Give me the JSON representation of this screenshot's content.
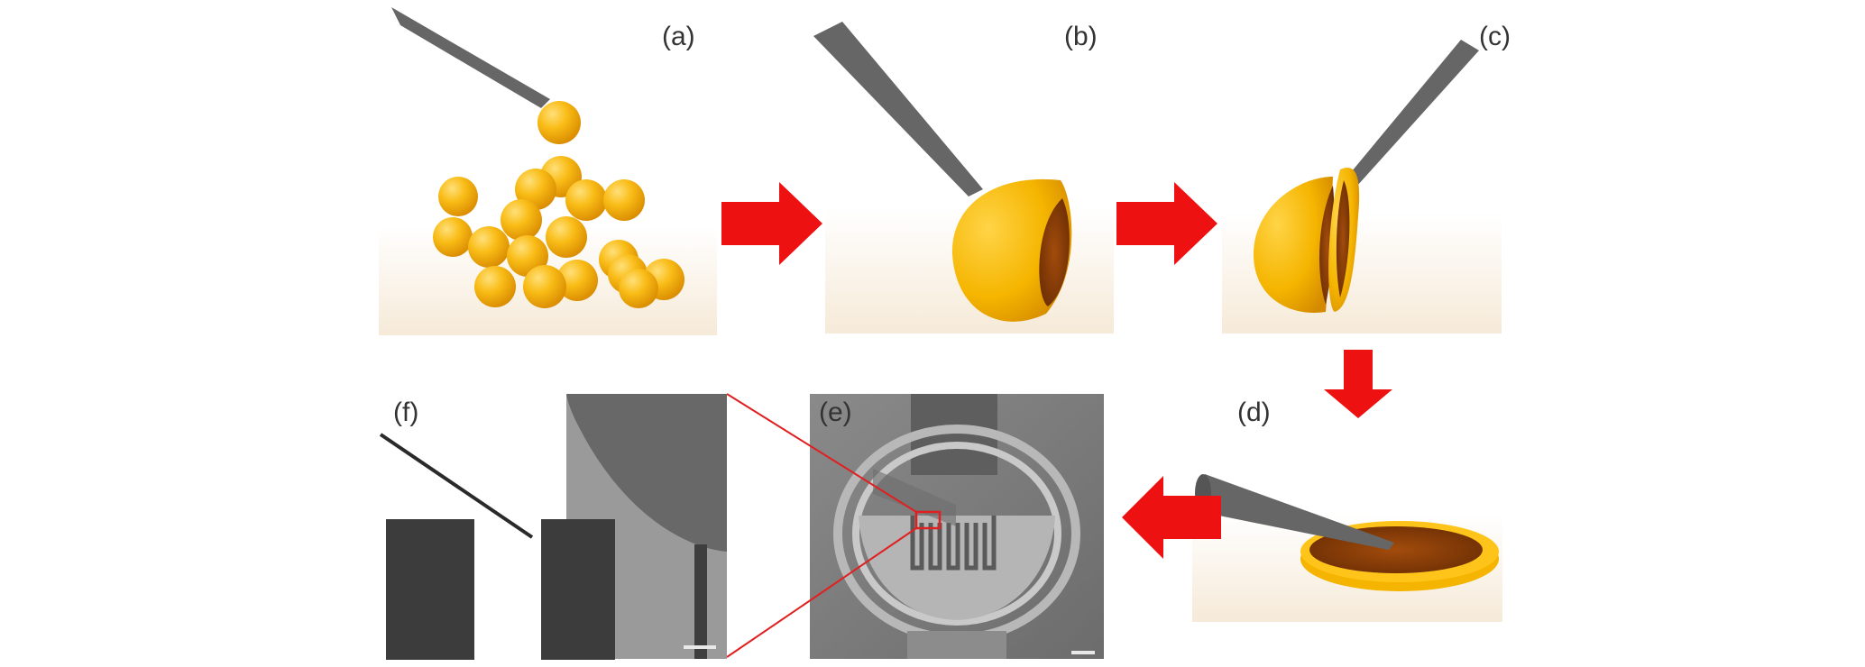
{
  "panels": [
    {
      "id": "a",
      "label": "(a)"
    },
    {
      "id": "b",
      "label": "(b)"
    },
    {
      "id": "c",
      "label": "(c)"
    },
    {
      "id": "d",
      "label": "(d)"
    },
    {
      "id": "e",
      "label": "(e)"
    },
    {
      "id": "f",
      "label": "(f)"
    }
  ],
  "colors": {
    "particle": "#f7b81a",
    "particle_light": "#ffd45a",
    "particle_dark": "#d98c00",
    "cut_face": "#8a3e08",
    "probe": "#666666",
    "arrow": "#ee1111",
    "sem_background": "#7e7e7e",
    "zoom_lines": "#e02020"
  }
}
